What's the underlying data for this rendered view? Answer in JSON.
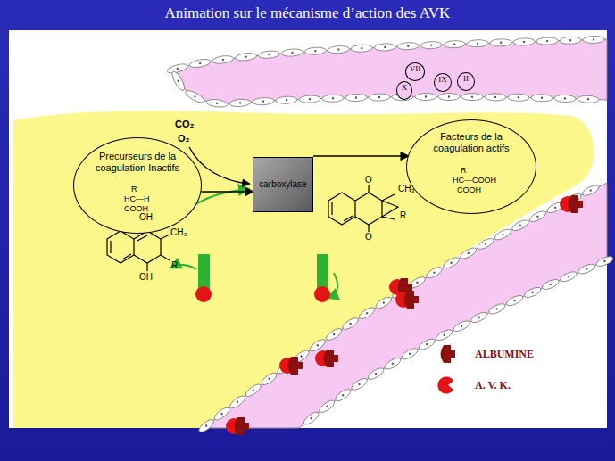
{
  "diagram": {
    "title": "Animation sur le mécanisme d’action des AVK",
    "nodes": [
      {
        "text": [
          "Precurseurs de la coagulation Inactifs"
        ]
      },
      {
        "text": [
          "carboxylase"
        ]
      },
      {
        "text": [
          "Facteurs de la coagulation actifs"
        ]
      },
      {
        "text": [
          "VII"
        ]
      },
      {
        "text": [
          "X"
        ]
      },
      {
        "text": [
          "IX"
        ]
      },
      {
        "text": [
          "II"
        ]
      }
    ],
    "edges": [
      {
        "from": 0,
        "to": 1,
        "arrow": "to"
      },
      {
        "from": 1,
        "to": 2,
        "arrow": "to"
      }
    ],
    "labels": [
      "CO₂",
      "O₂",
      "R",
      "HC—H",
      "COOH",
      "R",
      "HC—COOH",
      "COOH",
      "OH",
      "CH₃",
      "R",
      "OH",
      "O",
      "CH₃",
      "O",
      "R"
    ],
    "legend": [
      {
        "text": "ALBUMINE"
      },
      {
        "text": "A. V. K."
      }
    ]
  }
}
